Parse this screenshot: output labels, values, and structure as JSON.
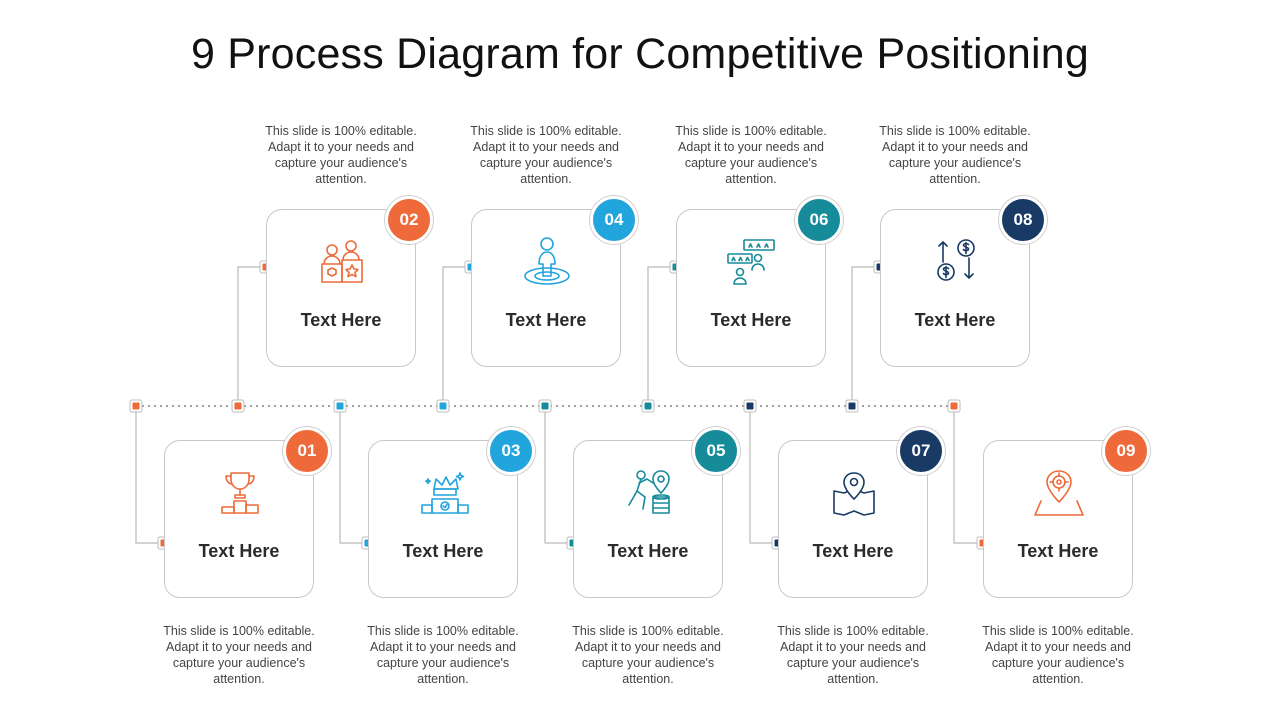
{
  "title": "9 Process Diagram for Competitive Positioning",
  "colors": {
    "orange": "#ee6a3a",
    "sky": "#22a4dd",
    "teal": "#168b9a",
    "navy": "#183a64",
    "dots": "#a0a0a0"
  },
  "steps": [
    {
      "number": "01",
      "label": "Text Here",
      "desc": "This slide is 100% editable. Adapt it to your needs and capture your audience's attention.",
      "icon": "trophy-podium-icon",
      "color": "orange"
    },
    {
      "number": "02",
      "label": "Text Here",
      "desc": "This slide is 100% editable. Adapt it to your needs and capture your audience's attention.",
      "icon": "competitors-podium-icon",
      "color": "orange"
    },
    {
      "number": "03",
      "label": "Text Here",
      "desc": "This slide is 100% editable. Adapt it to your needs and capture your audience's attention.",
      "icon": "crown-podium-icon",
      "color": "sky"
    },
    {
      "number": "04",
      "label": "Text Here",
      "desc": "This slide is 100% editable. Adapt it to your needs and capture your audience's attention.",
      "icon": "person-target-icon",
      "color": "sky"
    },
    {
      "number": "05",
      "label": "Text Here",
      "desc": "This slide is 100% editable. Adapt it to your needs and capture your audience's attention.",
      "icon": "climber-location-icon",
      "color": "teal"
    },
    {
      "number": "06",
      "label": "Text Here",
      "desc": "This slide is 100% editable. Adapt it to your needs and capture your audience's attention.",
      "icon": "rating-people-icon",
      "color": "teal"
    },
    {
      "number": "07",
      "label": "Text Here",
      "desc": "This slide is 100% editable. Adapt it to your needs and capture your audience's attention.",
      "icon": "map-pin-icon",
      "color": "navy"
    },
    {
      "number": "08",
      "label": "Text Here",
      "desc": "This slide is 100% editable. Adapt it to your needs and capture your audience's attention.",
      "icon": "money-exchange-icon",
      "color": "navy"
    },
    {
      "number": "09",
      "label": "Text Here",
      "desc": "This slide is 100% editable. Adapt it to your needs and capture your audience's attention.",
      "icon": "target-map-icon",
      "color": "orange"
    }
  ]
}
